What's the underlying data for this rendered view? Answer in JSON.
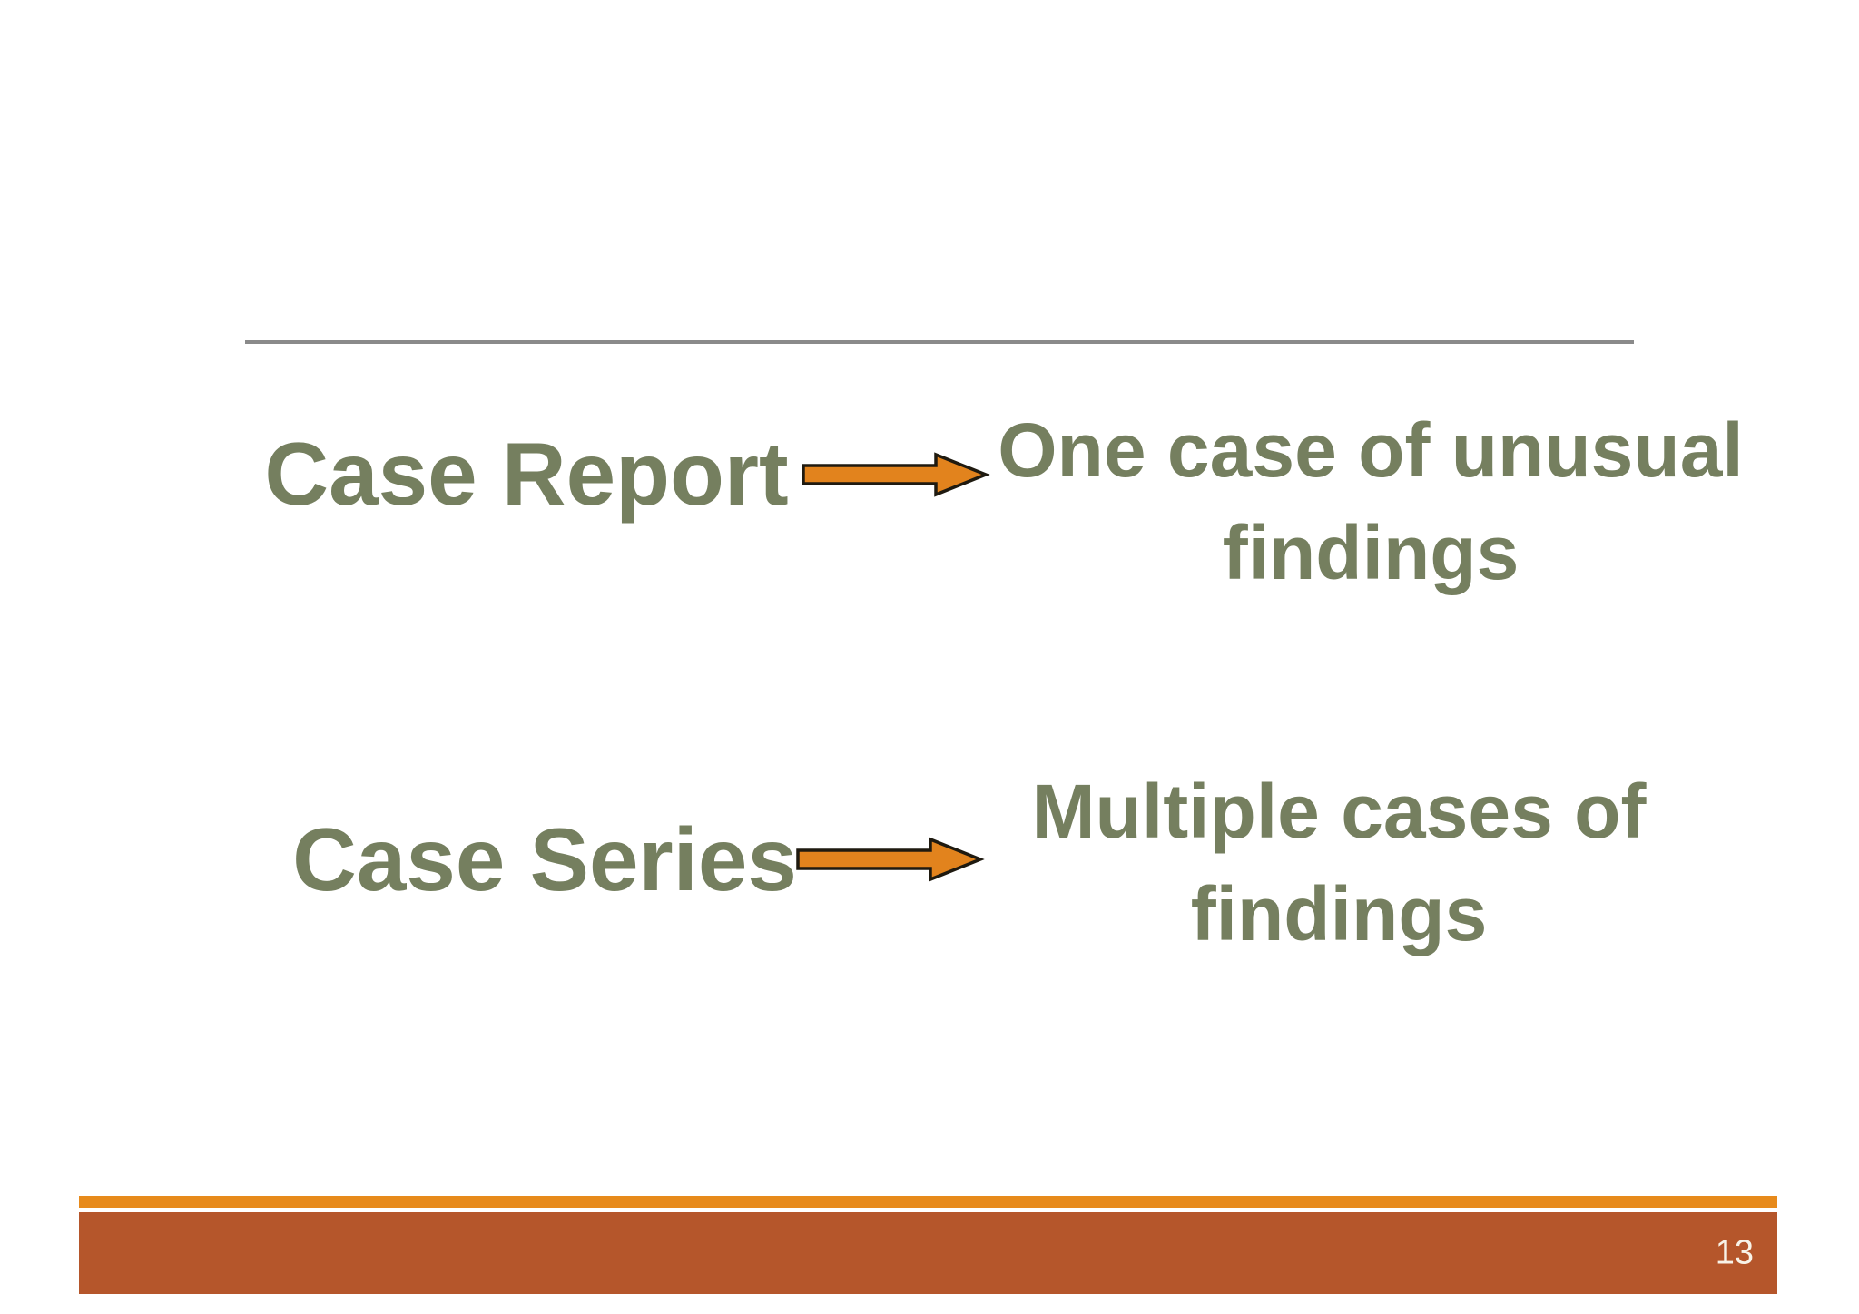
{
  "slide": {
    "page_number": "13",
    "rows": [
      {
        "label": "Case Report",
        "desc_line1": "One case of unusual",
        "desc_line2": "findings"
      },
      {
        "label": "Case Series",
        "desc_line1": "Multiple cases of",
        "desc_line2": "findings"
      }
    ],
    "colors": {
      "background": "#ffffff",
      "text_color": "#757F5F",
      "divider_color": "#8a8a8a",
      "arrow_fill": "#E2831D",
      "arrow_stroke": "#1f1a10",
      "footer_strip": "#E78A1B",
      "footer_bar": "#B5562B",
      "page_number_color": "#F8F3E8"
    }
  }
}
